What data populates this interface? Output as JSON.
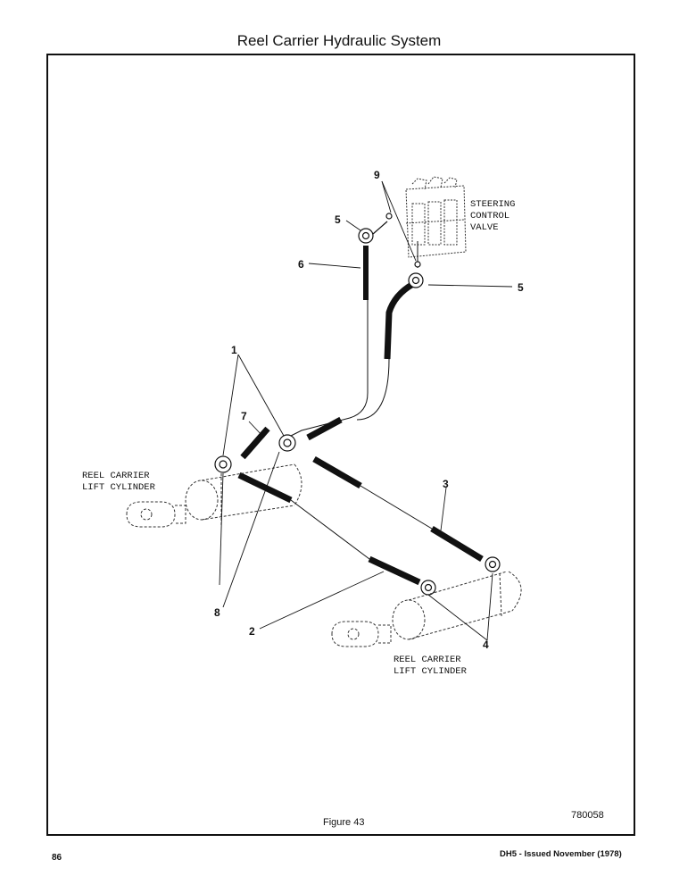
{
  "page": {
    "title": "Reel Carrier Hydraulic System",
    "figure_caption": "Figure 43",
    "drawing_number": "780058",
    "page_number": "86",
    "issue_note": "DH5 - Issued November (1978)"
  },
  "diagram": {
    "component_labels": {
      "steering_valve_line1": "STEERING",
      "steering_valve_line2": "CONTROL",
      "steering_valve_line3": "VALVE",
      "left_cylinder_line1": "REEL CARRIER",
      "left_cylinder_line2": "LIFT CYLINDER",
      "right_cylinder_line1": "REEL CARRIER",
      "right_cylinder_line2": "LIFT CYLINDER"
    },
    "callouts": {
      "c1": "1",
      "c2": "2",
      "c3": "3",
      "c4": "4",
      "c5_left": "5",
      "c5_right": "5",
      "c6": "6",
      "c7": "7",
      "c8": "8",
      "c9": "9"
    }
  }
}
